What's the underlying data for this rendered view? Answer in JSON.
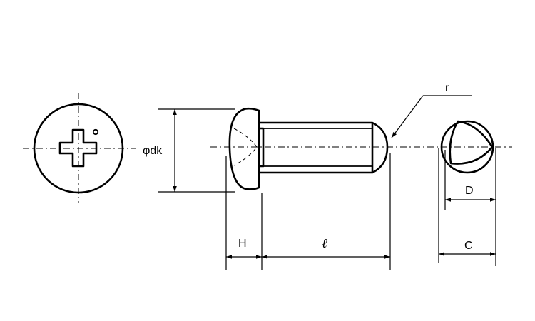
{
  "labels": {
    "head_diameter": "φdk",
    "radius": "r",
    "head_height": "H",
    "length": "ℓ",
    "d_dim": "D",
    "c_dim": "C"
  },
  "colors": {
    "line": "#000000",
    "background": "#ffffff"
  }
}
